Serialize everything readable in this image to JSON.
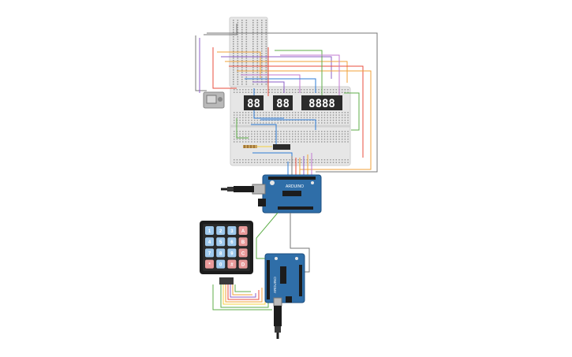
{
  "canvas": {
    "background": "#ffffff"
  },
  "colors": {
    "breadboard": "#e6e6e6",
    "breadboard_hole": "#9a9a9a",
    "arduino_board": "#2f6ea8",
    "arduino_dark": "#1e4f80",
    "seven_segment": "#2b2b2b",
    "segment_lit": "#ffffff",
    "keypad_body": "#1c1c1c",
    "keypad_key": "#9ec8ec",
    "keypad_key_special": "#e99a9a",
    "wires": [
      "#8d5fc7",
      "#e84d3d",
      "#f0a23a",
      "#5fae4a",
      "#2f7cd6",
      "#f4d03f",
      "#777777",
      "#c37ad1"
    ]
  },
  "components": {
    "top_breadboard": {
      "label": "breadboard-top"
    },
    "main_breadboard": {
      "label": "breadboard-main"
    },
    "lcd_module": {
      "label": "potentiometer-module"
    },
    "seven_segment_displays": [
      "88",
      "88",
      "8888"
    ],
    "shift_register_ic": {
      "label": "74HC595"
    },
    "arduino_top": {
      "label": "arduino-uno-1"
    },
    "arduino_bottom": {
      "label": "arduino-uno-2"
    },
    "keypad": {
      "rows": [
        [
          "1",
          "2",
          "3",
          "A"
        ],
        [
          "4",
          "5",
          "6",
          "B"
        ],
        [
          "7",
          "8",
          "9",
          "C"
        ],
        [
          "*",
          "0",
          "#",
          "D"
        ]
      ]
    },
    "usb_cables": [
      "usb-cable-top",
      "usb-cable-bottom"
    ]
  }
}
